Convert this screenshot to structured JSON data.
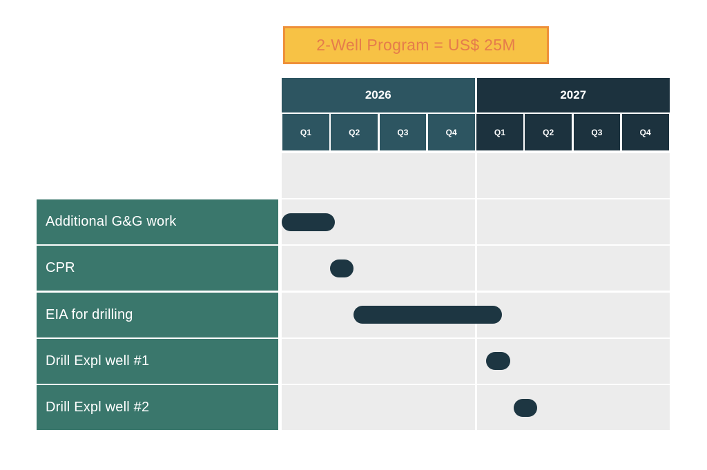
{
  "banner": {
    "label": "2-Well Program = US$ 25M"
  },
  "timeline": {
    "years": [
      {
        "label": "2026",
        "quarters": [
          "Q1",
          "Q2",
          "Q3",
          "Q4"
        ]
      },
      {
        "label": "2027",
        "quarters": [
          "Q1",
          "Q2",
          "Q3",
          "Q4"
        ]
      }
    ]
  },
  "colors": {
    "banner_fill": "#F7C245",
    "banner_border": "#EE9039",
    "banner_text": "#E57C4B",
    "year_2026": "#2D5561",
    "year_2027": "#1C323E",
    "label_bg": "#3A776C",
    "label_text": "#FFFFFF",
    "header_text": "#FFFFFF",
    "grid_bg": "#ECECEC",
    "bar": "#1D3642"
  },
  "chart_data": {
    "type": "bar",
    "subtype": "gantt-timeline",
    "title": "2-Well Program = US$ 25M",
    "x_unit": "quarters since start of 2026 Q1",
    "years": [
      "2026",
      "2027"
    ],
    "quarters_per_year": [
      "Q1",
      "Q2",
      "Q3",
      "Q4"
    ],
    "categories": [
      "Additional G&G work",
      "CPR",
      "EIA for drilling",
      "Drill Expl well #1",
      "Drill Expl well #2"
    ],
    "legend": false,
    "grid": "two year columns split into quarters, white dividers, leading empty row",
    "series": [
      {
        "name": "Additional G&G work",
        "kind": "bar",
        "start_q": 0.0,
        "end_q": 1.1,
        "period": "2026 Q1"
      },
      {
        "name": "CPR",
        "kind": "milestone",
        "start_q": 1.0,
        "end_q": 1.48,
        "period": "2026 early Q2"
      },
      {
        "name": "EIA for drilling",
        "kind": "bar",
        "start_q": 1.48,
        "end_q": 4.54,
        "period": "mid 2026 Q2 to early 2027 Q1"
      },
      {
        "name": "Drill Expl well #1",
        "kind": "milestone",
        "start_q": 4.22,
        "end_q": 4.71,
        "period": "2027 Q1"
      },
      {
        "name": "Drill Expl well #2",
        "kind": "milestone",
        "start_q": 4.79,
        "end_q": 5.27,
        "period": "2027 early Q2"
      }
    ]
  }
}
